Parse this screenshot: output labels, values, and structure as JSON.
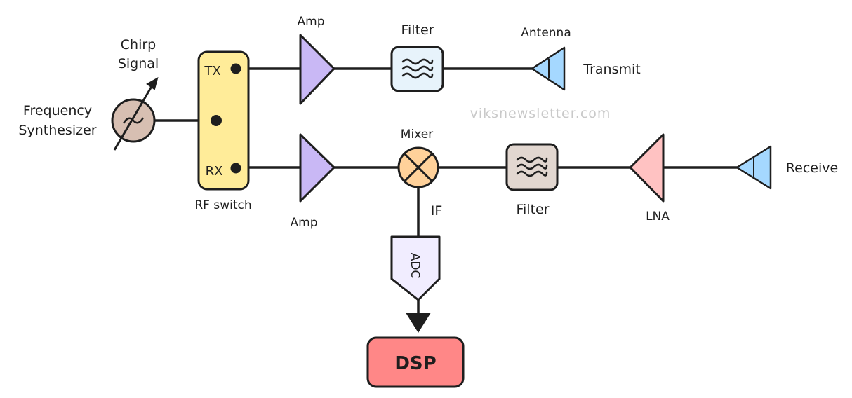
{
  "labels": {
    "chirp_line1": "Chirp",
    "chirp_line2": "Signal",
    "freq_line1": "Frequency",
    "freq_line2": "Synthesizer",
    "tx": "TX",
    "rx": "RX",
    "rf_switch": "RF switch",
    "amp_tx": "Amp",
    "amp_rx": "Amp",
    "filter_tx": "Filter",
    "filter_rx": "Filter",
    "antenna": "Antenna",
    "transmit": "Transmit",
    "mixer": "Mixer",
    "if": "IF",
    "adc": "ADC",
    "dsp": "DSP",
    "lna": "LNA",
    "receive": "Receive",
    "watermark": "viksnewsletter.com"
  },
  "colors": {
    "synth_fill": "#d7bfb2",
    "switch_fill": "#ffec99",
    "amp_fill": "#c9b8f5",
    "filter_tx_fill": "#e7f3fb",
    "filter_rx_fill": "#e2d7d0",
    "mixer_fill": "#ffd19a",
    "lna_fill": "#ffc2c2",
    "antenna_fill": "#a5d8ff",
    "adc_fill": "#f1edff",
    "dsp_fill": "#ff8787",
    "stroke": "#1e1e1e"
  }
}
